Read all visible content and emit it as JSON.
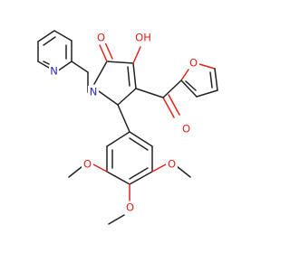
{
  "colors": {
    "bond": "#222222",
    "oxygen": "#e0231c",
    "nitrogen": "#2a27c9",
    "background": "#ffffff"
  },
  "atoms": {
    "oxygen_symbol": "O",
    "nitrogen_symbol": "N",
    "hydroxyl": "OH"
  }
}
